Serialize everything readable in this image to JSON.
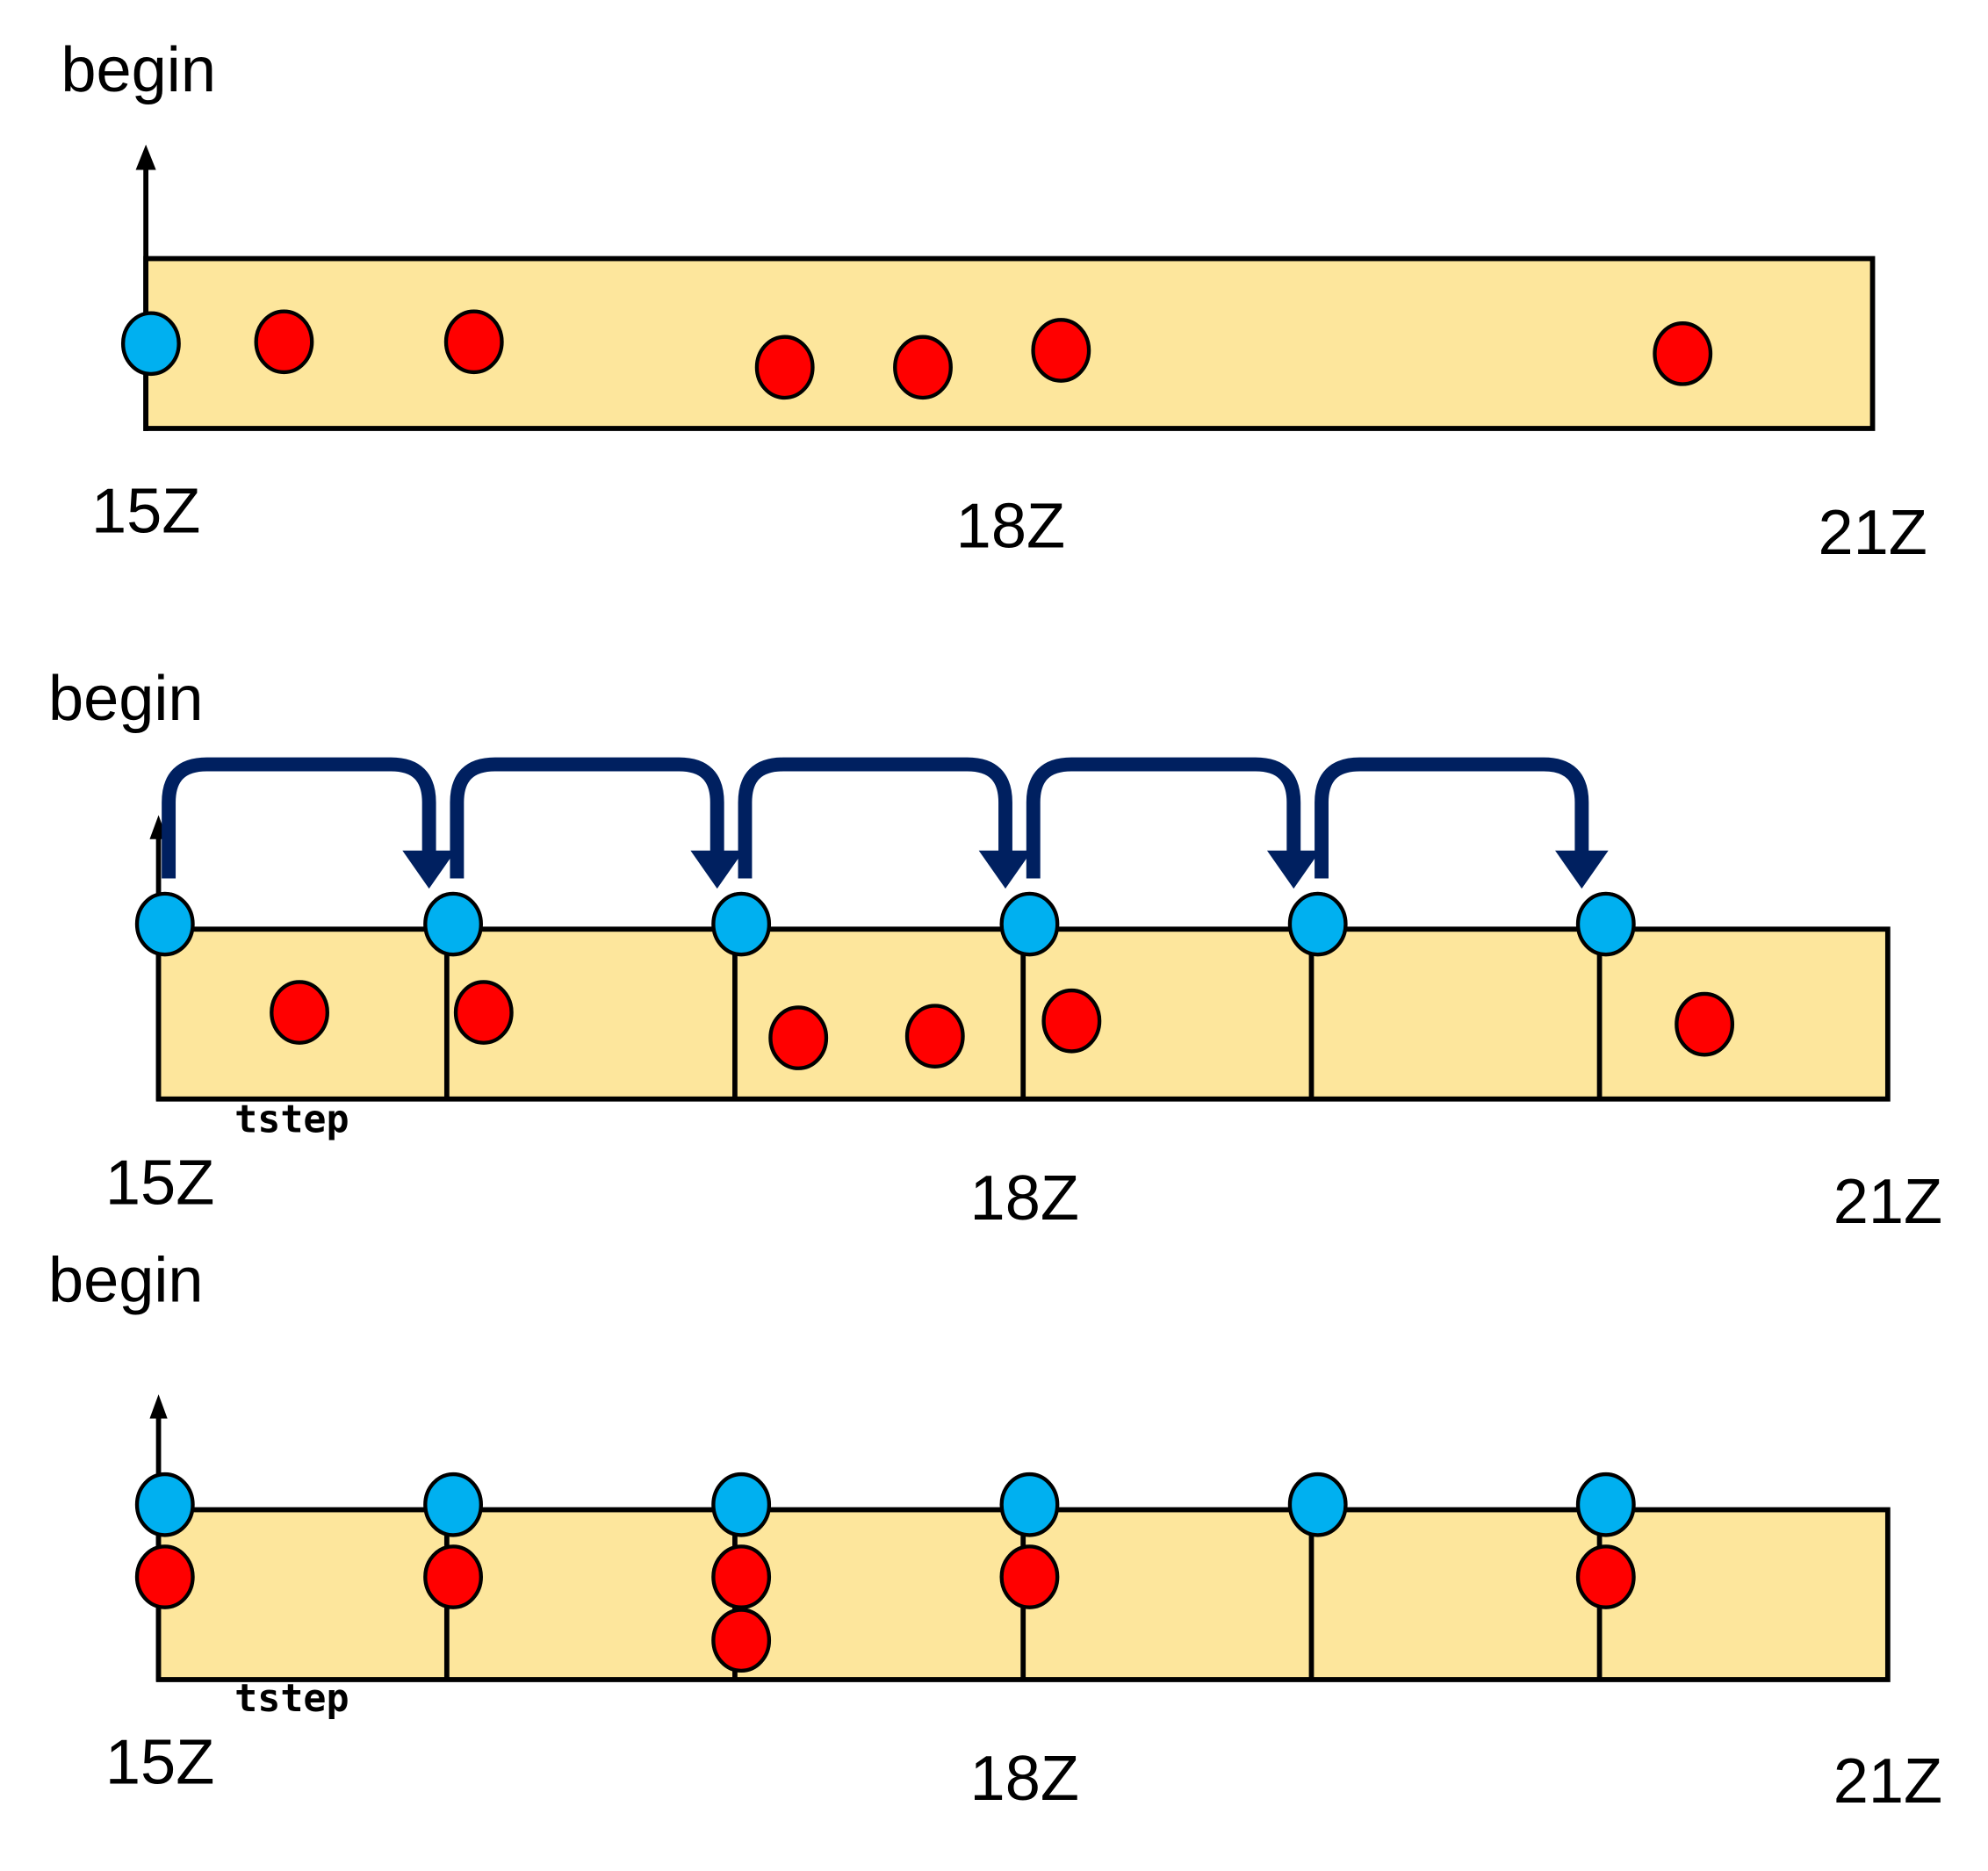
{
  "colors": {
    "band_fill": "#fde69c",
    "band_stroke": "#000000",
    "blue_marker": "#00b0f0",
    "red_marker": "#ff0000",
    "arrow": "#002060"
  },
  "panels": [
    {
      "id": "raw",
      "y_label": "begin",
      "x_labels": [
        "15Z",
        "18Z",
        "21Z"
      ],
      "dividers": [],
      "step_label": null,
      "blue_points": [
        [
          0.0,
          0.5
        ]
      ],
      "red_points": [
        [
          0.08,
          0.49
        ],
        [
          0.19,
          0.49
        ],
        [
          0.37,
          0.64
        ],
        [
          0.45,
          0.64
        ],
        [
          0.53,
          0.54
        ],
        [
          0.89,
          0.56
        ]
      ],
      "arrows": false,
      "stems": false
    },
    {
      "id": "binned",
      "y_label": "begin",
      "x_labels": [
        "15Z",
        "18Z",
        "21Z"
      ],
      "dividers": [
        0.1667,
        0.3333,
        0.5,
        0.6667,
        0.8333
      ],
      "step_label": "tstep",
      "blue_points": [
        [
          0.0,
          0
        ],
        [
          0.1667,
          0
        ],
        [
          0.3333,
          0
        ],
        [
          0.5,
          0
        ],
        [
          0.6667,
          0
        ],
        [
          0.8333,
          0
        ]
      ],
      "red_points": [
        [
          0.0815,
          0.49
        ],
        [
          0.188,
          0.49
        ],
        [
          0.37,
          0.64
        ],
        [
          0.449,
          0.63
        ],
        [
          0.528,
          0.54
        ],
        [
          0.894,
          0.56
        ]
      ],
      "arrows": true,
      "stems": false
    },
    {
      "id": "snapped",
      "y_label": "begin",
      "x_labels": [
        "15Z",
        "18Z",
        "21Z"
      ],
      "dividers": [
        0.1667,
        0.3333,
        0.5,
        0.6667,
        0.8333
      ],
      "step_label": "tstep",
      "blue_points": [
        [
          0.0,
          0
        ],
        [
          0.1667,
          0
        ],
        [
          0.3333,
          0
        ],
        [
          0.5,
          0
        ],
        [
          0.6667,
          0
        ],
        [
          0.8333,
          0
        ]
      ],
      "red_points": [
        [
          0.0,
          1
        ],
        [
          0.1667,
          1
        ],
        [
          0.3333,
          1
        ],
        [
          0.3333,
          2
        ],
        [
          0.5,
          1
        ],
        [
          0.8333,
          1
        ]
      ],
      "arrows": false,
      "stems": true
    }
  ]
}
